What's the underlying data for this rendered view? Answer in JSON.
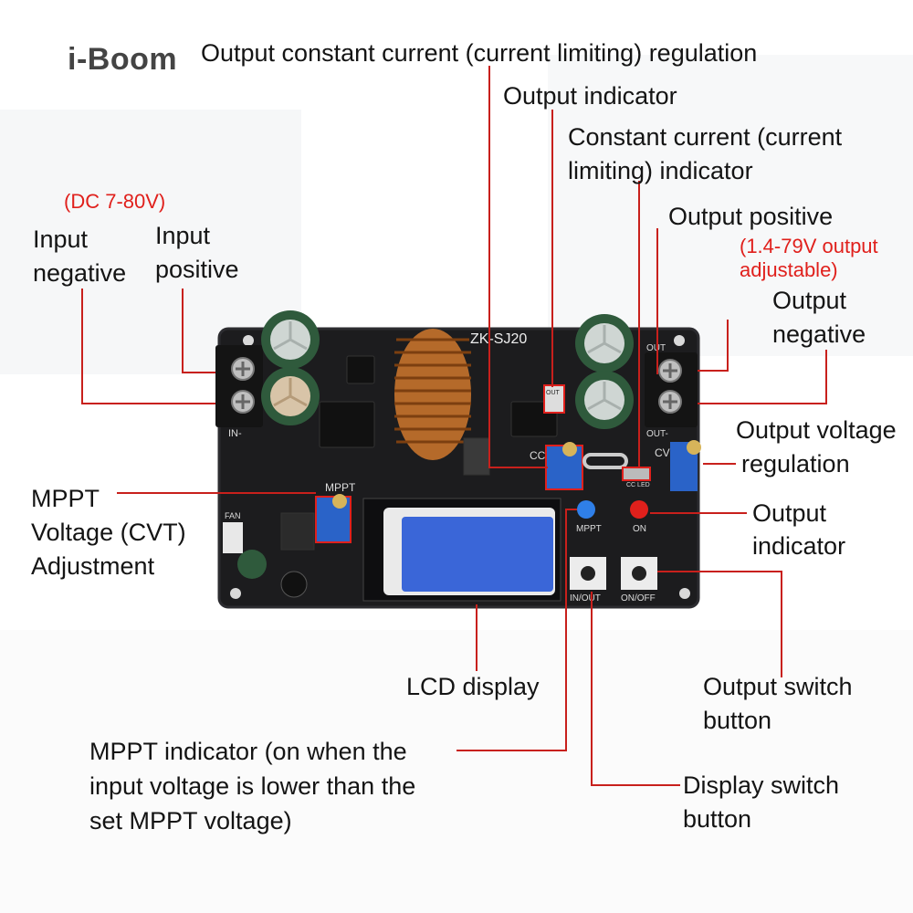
{
  "brand": {
    "name": "i-Boom",
    "accent": "#f0701e"
  },
  "board": {
    "model": "ZK-SJ20",
    "silk": {
      "in": "IN-",
      "out_top": "OUT",
      "out_bot": "OUT-",
      "mppt": "MPPT",
      "fan": "FAN",
      "cc": "CC",
      "cv": "CV",
      "cc_led": "CC LED",
      "btn_inout": "IN/OUT",
      "btn_onoff": "ON/OFF",
      "led_mppt": "MPPT",
      "led_on": "ON",
      "out_led": "OUT"
    }
  },
  "labels": {
    "title_cc": "Output constant current (current limiting) regulation",
    "output_indicator_top": "Output indicator",
    "cc_indicator_l1": "Constant current (current",
    "cc_indicator_l2": "limiting) indicator",
    "dc_range": "(DC 7-80V)",
    "input_negative_l1": "Input",
    "input_negative_l2": "negative",
    "input_positive_l1": "Input",
    "input_positive_l2": "positive",
    "output_positive": "Output positive",
    "output_range_l1": "(1.4-79V output",
    "output_range_l2": "adjustable)",
    "output_negative_l1": "Output",
    "output_negative_l2": "negative",
    "voltage_reg_l1": "Output voltage",
    "voltage_reg_l2": "regulation",
    "mppt_adj_l1": "MPPT",
    "mppt_adj_l2": "Voltage (CVT)",
    "mppt_adj_l3": "Adjustment",
    "output_indicator_right_l1": "Output",
    "output_indicator_right_l2": "indicator",
    "lcd": "LCD display",
    "output_switch_l1": "Output switch",
    "output_switch_l2": "button",
    "mppt_ind_l1": "MPPT indicator (on when the",
    "mppt_ind_l2": "input voltage is lower than the",
    "mppt_ind_l3": "set MPPT voltage)",
    "display_switch_l1": "Display switch",
    "display_switch_l2": "button"
  }
}
